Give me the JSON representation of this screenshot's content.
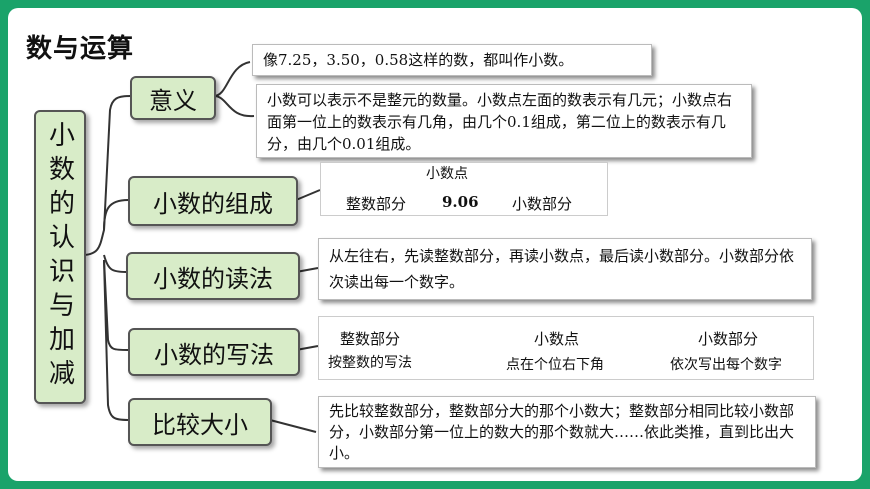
{
  "title": "数与运算",
  "root_label": "小数的认识与加减",
  "branches": {
    "meaning": {
      "label": "意义",
      "desc1": "像7.25，3.50，0.58这样的数，都叫作小数。",
      "desc2": "小数可以表示不是整元的数量。小数点左面的数表示有几元；小数点右面第一位上的数表示有几角，由几个0.1组成，第二位上的数表示有几分，由几个0.01组成。"
    },
    "composition": {
      "label": "小数的组成",
      "point_label": "小数点",
      "integer_part": "整数部分",
      "example": "9.06",
      "decimal_part": "小数部分"
    },
    "reading": {
      "label": "小数的读法",
      "desc": "从左往右，先读整数部分，再读小数点，最后读小数部分。小数部分依次读出每一个数字。"
    },
    "writing": {
      "label": "小数的写法",
      "step1": "整数部分",
      "step1_note": "按整数的写法",
      "step2": "小数点",
      "step2_note": "点在个位右下角",
      "step3": "小数部分",
      "step3_note": "依次写出每个数字"
    },
    "compare": {
      "label": "比较大小",
      "desc": "先比较整数部分，整数部分大的那个小数大；整数部分相同比较小数部分，小数部分第一位上的数大的那个数就大……依此类推，直到比出大小。"
    }
  },
  "colors": {
    "frame": "#1aa36a",
    "node_fill": "#d8ecc8",
    "arrow": "#4a86c8"
  }
}
